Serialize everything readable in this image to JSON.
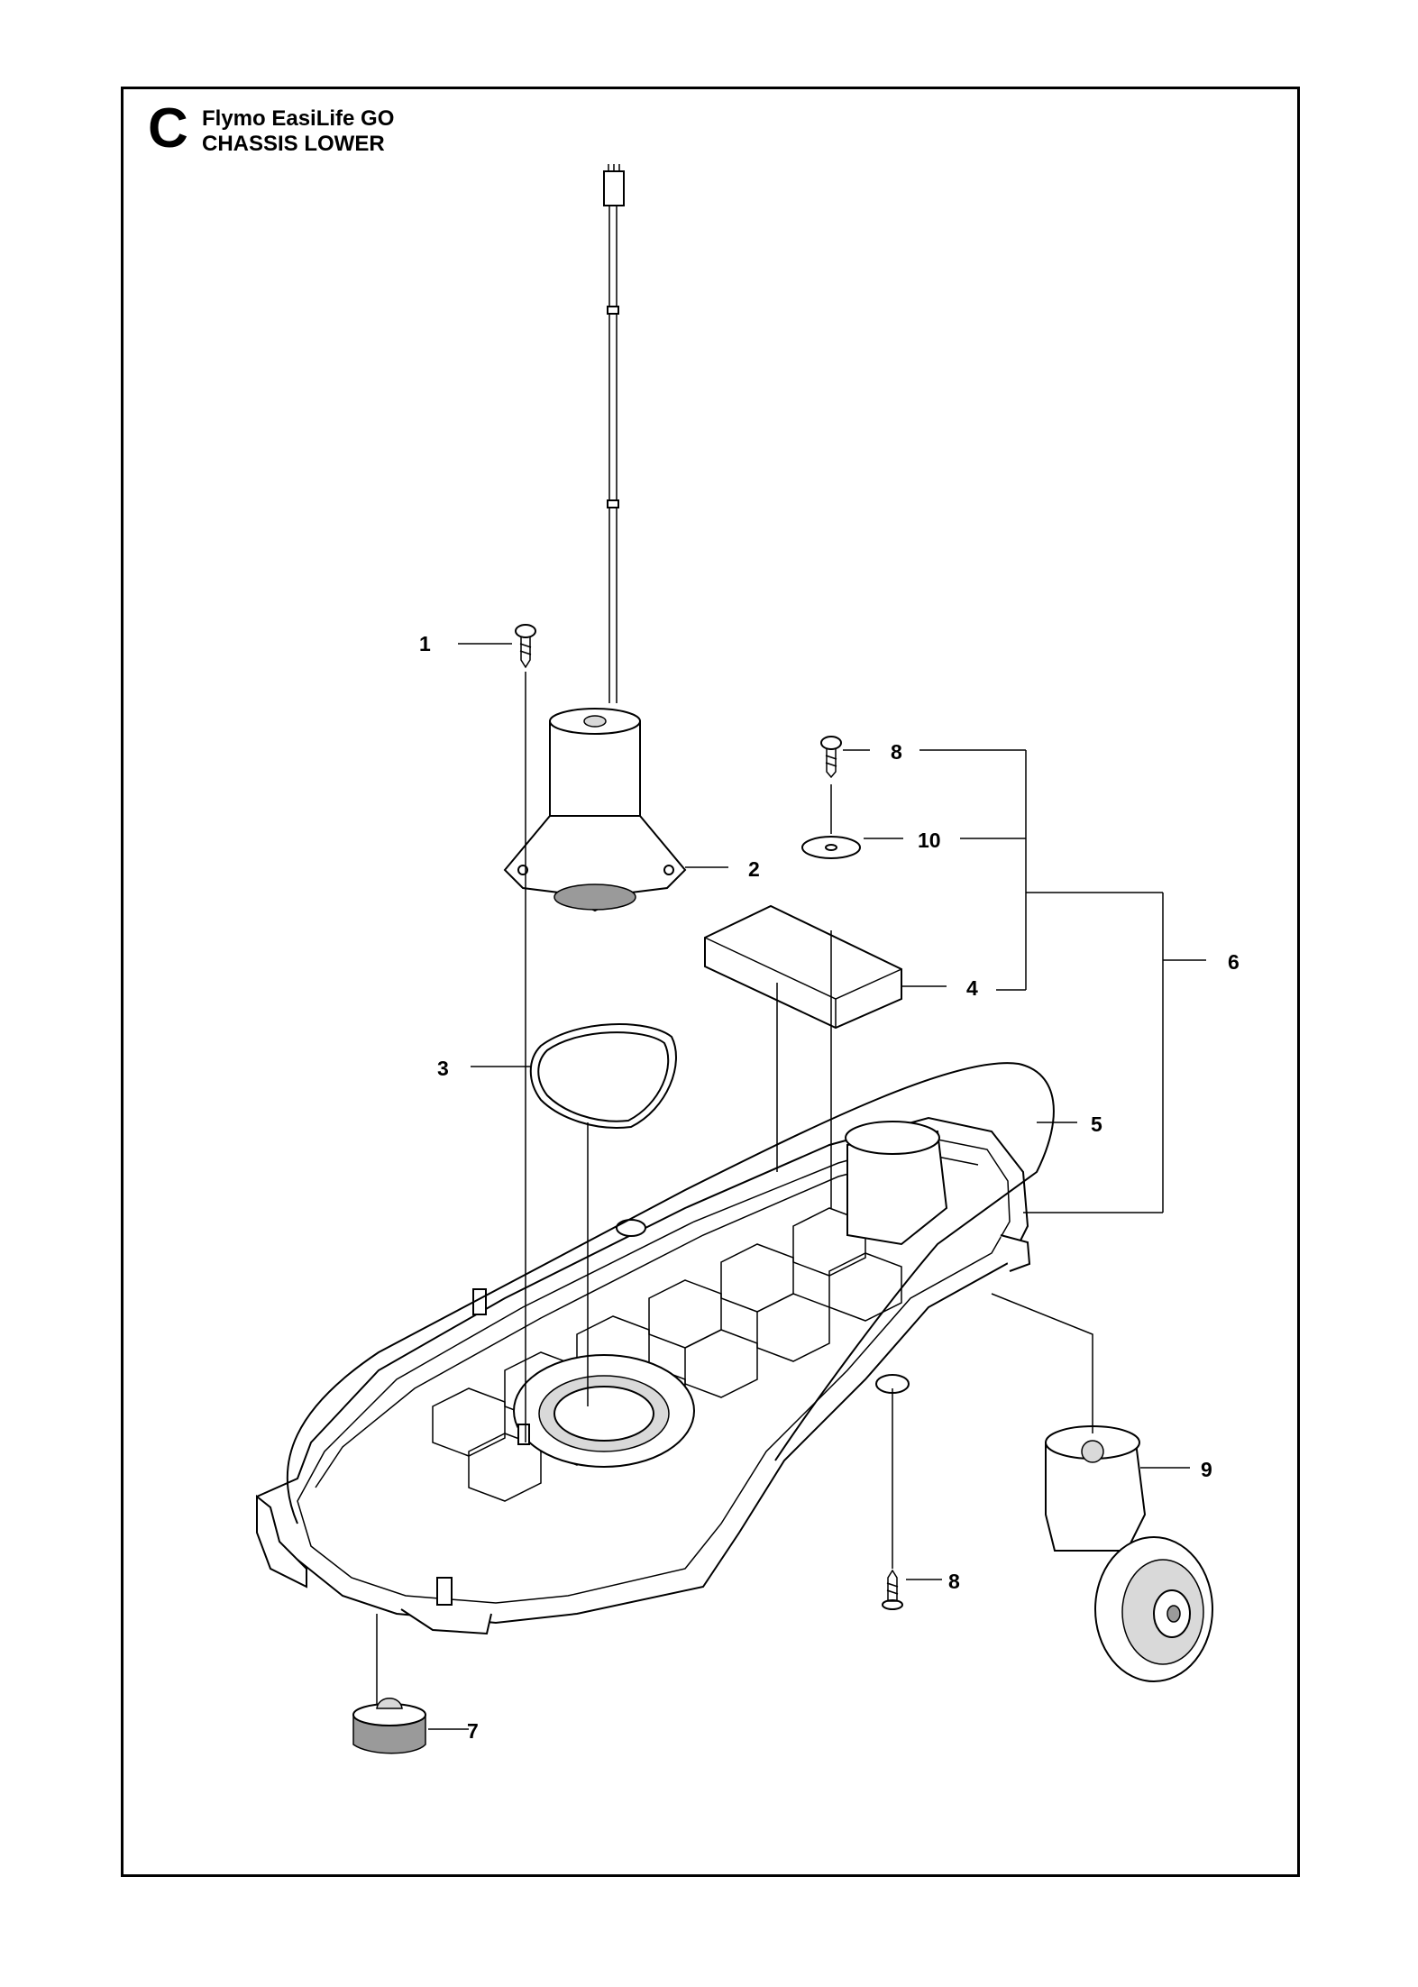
{
  "header": {
    "section_letter": "C",
    "title_line1": "Flymo EasiLife GO",
    "title_line2": "CHASSIS LOWER"
  },
  "callouts": [
    {
      "id": "1",
      "label": "1"
    },
    {
      "id": "2",
      "label": "2"
    },
    {
      "id": "3",
      "label": "3"
    },
    {
      "id": "4",
      "label": "4"
    },
    {
      "id": "5",
      "label": "5"
    },
    {
      "id": "6",
      "label": "6"
    },
    {
      "id": "7",
      "label": "7"
    },
    {
      "id": "8a",
      "label": "8"
    },
    {
      "id": "8b",
      "label": "8"
    },
    {
      "id": "9",
      "label": "9"
    },
    {
      "id": "10",
      "label": "10"
    }
  ]
}
